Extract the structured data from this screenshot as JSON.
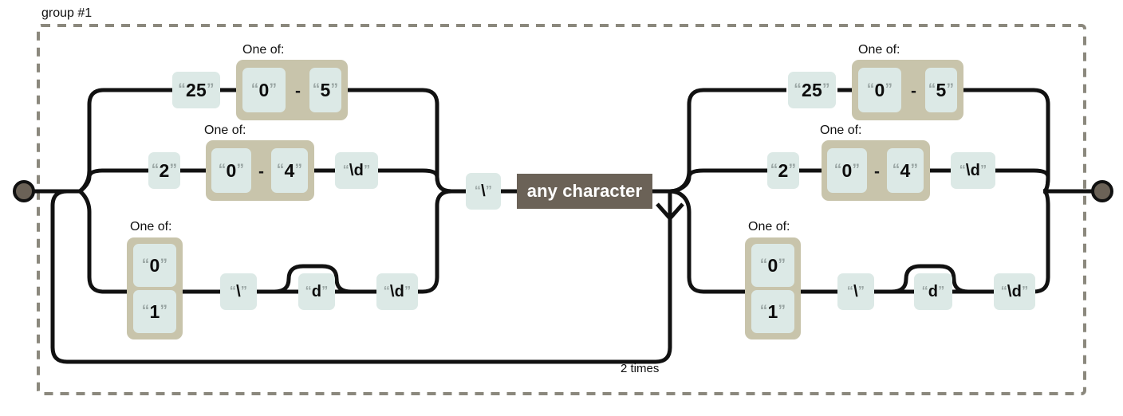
{
  "diagram": {
    "kind": "regex-railroad-diagram",
    "group_label": "group #1",
    "one_of_label": "One of:",
    "range_dash": "-",
    "repeat_label": "2 times",
    "quote_open": "“",
    "quote_close": "”",
    "colors": {
      "background": "#ffffff",
      "rail": "#111111",
      "token_fill": "#dce9e6",
      "token_text": "#0d0d0d",
      "quote_text": "#9aa6a4",
      "set_fill": "#c8c4ab",
      "any_char_fill": "#6b6257",
      "any_char_text": "#ffffff",
      "group_border": "#8b887d",
      "endpoint_fill": "#6b6257",
      "endpoint_ring": "#111111"
    },
    "endpoints": {
      "start": "start-node",
      "end": "end-node"
    },
    "any_character_label": "any character",
    "left_half": {
      "branches": [
        {
          "id": "left-branch-1",
          "nodes": [
            {
              "type": "literal",
              "value": "25"
            },
            {
              "type": "one-of-range",
              "label": "One of:",
              "from": "0",
              "to": "5"
            }
          ]
        },
        {
          "id": "left-branch-2",
          "nodes": [
            {
              "type": "literal",
              "value": "2"
            },
            {
              "type": "one-of-range",
              "label": "One of:",
              "from": "0",
              "to": "4"
            },
            {
              "type": "literal",
              "value": "\\d"
            }
          ]
        },
        {
          "id": "left-branch-3",
          "nodes": [
            {
              "type": "one-of-stack",
              "label": "One of:",
              "options": [
                "0",
                "1"
              ]
            },
            {
              "type": "literal",
              "value": "\\"
            },
            {
              "type": "literal",
              "value": "d",
              "optional": true
            },
            {
              "type": "literal",
              "value": "\\d"
            }
          ]
        }
      ]
    },
    "middle": {
      "nodes": [
        {
          "type": "literal",
          "value": "\\"
        },
        {
          "type": "any-character",
          "label": "any character"
        }
      ],
      "loop": {
        "label": "2 times"
      }
    },
    "right_half": {
      "branches": [
        {
          "id": "right-branch-1",
          "nodes": [
            {
              "type": "literal",
              "value": "25"
            },
            {
              "type": "one-of-range",
              "label": "One of:",
              "from": "0",
              "to": "5"
            }
          ]
        },
        {
          "id": "right-branch-2",
          "nodes": [
            {
              "type": "literal",
              "value": "2"
            },
            {
              "type": "one-of-range",
              "label": "One of:",
              "from": "0",
              "to": "4"
            },
            {
              "type": "literal",
              "value": "\\d"
            }
          ]
        },
        {
          "id": "right-branch-3",
          "nodes": [
            {
              "type": "one-of-stack",
              "label": "One of:",
              "options": [
                "0",
                "1"
              ]
            },
            {
              "type": "literal",
              "value": "\\"
            },
            {
              "type": "literal",
              "value": "d",
              "optional": true
            },
            {
              "type": "literal",
              "value": "\\d"
            }
          ]
        }
      ]
    },
    "tokens": {
      "l1_25": "25",
      "l1_from": "0",
      "l1_to": "5",
      "l2_2": "2",
      "l2_from": "0",
      "l2_to": "4",
      "l2_d": "\\d",
      "l3_o0": "0",
      "l3_o1": "1",
      "l3_bs": "\\",
      "l3_d": "d",
      "l3_dd": "\\d",
      "m_bs": "\\",
      "r1_25": "25",
      "r1_from": "0",
      "r1_to": "5",
      "r2_2": "2",
      "r2_from": "0",
      "r2_to": "4",
      "r2_d": "\\d",
      "r3_o0": "0",
      "r3_o1": "1",
      "r3_bs": "\\",
      "r3_d": "d",
      "r3_dd": "\\d"
    },
    "labels": {
      "oneof_l1": "One of:",
      "oneof_l2": "One of:",
      "oneof_l3": "One of:",
      "oneof_r1": "One of:",
      "oneof_r2": "One of:",
      "oneof_r3": "One of:",
      "dash_l1": "-",
      "dash_l2": "-",
      "dash_r1": "-",
      "dash_r2": "-"
    }
  }
}
